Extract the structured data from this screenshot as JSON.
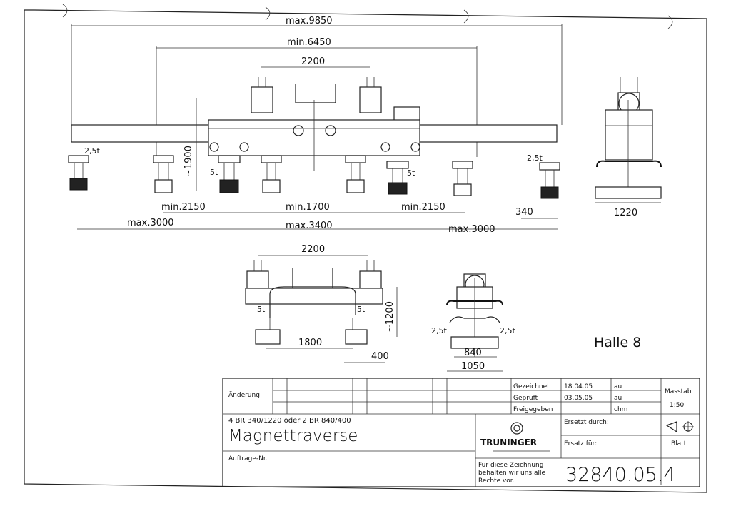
{
  "drawing": {
    "front_view": {
      "dims": {
        "max_9850": "max.9850",
        "min_6450": "min.6450",
        "width_2200": "2200",
        "height_1900": "~1900",
        "min_2150_left": "min.2150",
        "min_1700": "min.1700",
        "min_2150_right": "min.2150",
        "offset_340": "340",
        "max_3000_left": "max.3000",
        "max_3400": "max.3400",
        "max_3000_right": "max.3000"
      },
      "loads": {
        "left_end": "2,5t",
        "right_end": "2,5t",
        "left_center": "5t",
        "right_center": "5t"
      }
    },
    "side_view": {
      "dims": {
        "width_1220": "1220"
      }
    },
    "lower_front_view": {
      "dims": {
        "width_2200": "2200",
        "width_1800": "1800",
        "height_1200": "~1200",
        "offset_400": "400"
      },
      "loads": {
        "left": "5t",
        "right": "5t"
      }
    },
    "lower_side_view": {
      "dims": {
        "width_840": "840",
        "width_1050": "1050"
      },
      "loads": {
        "left": "2,5t",
        "right": "2,5t"
      }
    },
    "location_note": "Halle  8"
  },
  "title_block": {
    "aenderung_label": "Änderung",
    "gezeichnet_label": "Gezeichnet",
    "gezeichnet_date": "18.04.05",
    "gezeichnet_by": "au",
    "geprueft_label": "Geprüft",
    "geprueft_date": "03.05.05",
    "geprueft_by": "au",
    "freigegeben_label": "Freigegeben",
    "freigegeben_by": "chm",
    "massstab_label": "Masstab",
    "massstab_value": "1:50",
    "subtitle": "4 BR 340/1220 oder 2 BR 840/400",
    "title": "Magnettraverse",
    "company": "TRUNINGER",
    "ersetzt_durch_label": "Ersetzt durch:",
    "ersatz_fuer_label": "Ersatz für:",
    "blatt_label": "Blatt",
    "auftrage_label": "Auftrage-Nr.",
    "rights_line1": "Für diese Zeichnung",
    "rights_line2": "behalten wir uns alle",
    "rights_line3": "Rechte vor.",
    "drawing_number": "32840.05.4"
  }
}
